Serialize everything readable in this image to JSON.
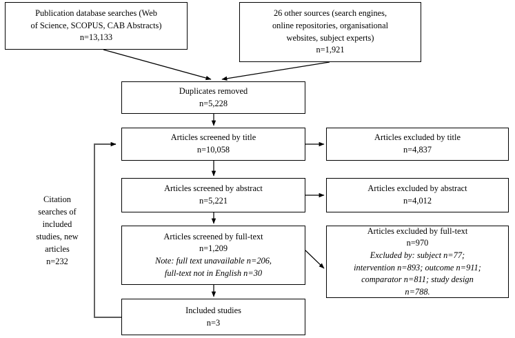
{
  "diagram": {
    "title": "PRISMA study selection flow diagram",
    "nodes": {
      "publication_db": {
        "lines": [
          "Publication  database searches (Web",
          "of Science,  SCOPUS, CAB Abstracts)",
          "n=13,133"
        ]
      },
      "other_sources": {
        "lines": [
          "26 other sources (search engines,",
          "online  repositories,  organisational",
          "websites,  subject  experts)",
          "n=1,921"
        ]
      },
      "duplicates_removed": {
        "lines": [
          "Duplicates  removed",
          "n=5,228"
        ]
      },
      "screened_title": {
        "lines": [
          "Articles  screened by title",
          "n=10,058"
        ]
      },
      "excluded_title": {
        "lines": [
          "Articles  excluded  by title",
          "n=4,837"
        ]
      },
      "screened_abstract": {
        "lines": [
          "Articles  screened by abstract",
          "n=5,221"
        ]
      },
      "excluded_abstract": {
        "lines": [
          "Articles  excluded  by abstract",
          "n=4,012"
        ]
      },
      "screened_fulltext": {
        "lines": [
          "Articles  screened by full-text",
          "n=1,209"
        ],
        "italic_lines": [
          "Note: full text unavailable n=206,",
          "full-text not in English n=30"
        ]
      },
      "excluded_fulltext": {
        "lines": [
          "Articles  excluded  by full-text",
          "n=970"
        ],
        "italic_lines": [
          "Excluded by: subject n=77;",
          "intervention n=893; outcome n=911;",
          "comparator n=811; study design",
          "n=788."
        ]
      },
      "included_studies": {
        "lines": [
          "Included  studies",
          "n=3"
        ]
      },
      "citation_searches": {
        "lines": [
          "Citation",
          "searches  of",
          "included",
          "studies,  new",
          "articles",
          "n=232"
        ]
      }
    },
    "colors": {
      "border": "#000000",
      "background": "#ffffff",
      "text": "#000000",
      "feedback_link": "#595959"
    }
  }
}
